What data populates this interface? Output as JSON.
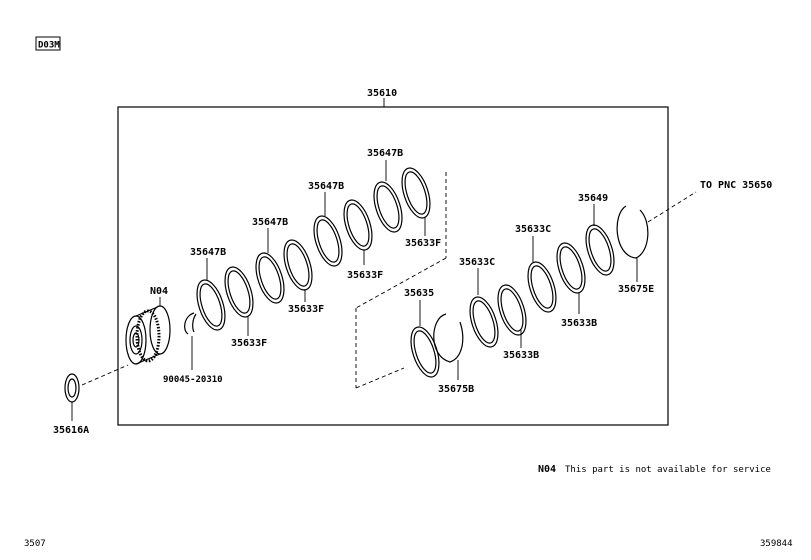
{
  "header": {
    "code": "D03M"
  },
  "assembly": {
    "label": "35610"
  },
  "parts": {
    "p1": "35647B",
    "p2": "35647B",
    "p3": "35647B",
    "p4": "35647B",
    "p5": "35633F",
    "p6": "35633F",
    "p7": "35633F",
    "p8": "35633F",
    "p9": "N04",
    "p10": "90045-20310",
    "p11": "35616A",
    "p12": "35635",
    "p13": "35675B",
    "p14": "35633C",
    "p15": "35633C",
    "p16": "35633B",
    "p17": "35633B",
    "p18": "35649",
    "p19": "35675E"
  },
  "pnc_reference": "TO PNC 35650",
  "footnote": {
    "code": "N04",
    "text": "This part is not available for service"
  },
  "footer": {
    "left": "3507",
    "right": "359844"
  }
}
